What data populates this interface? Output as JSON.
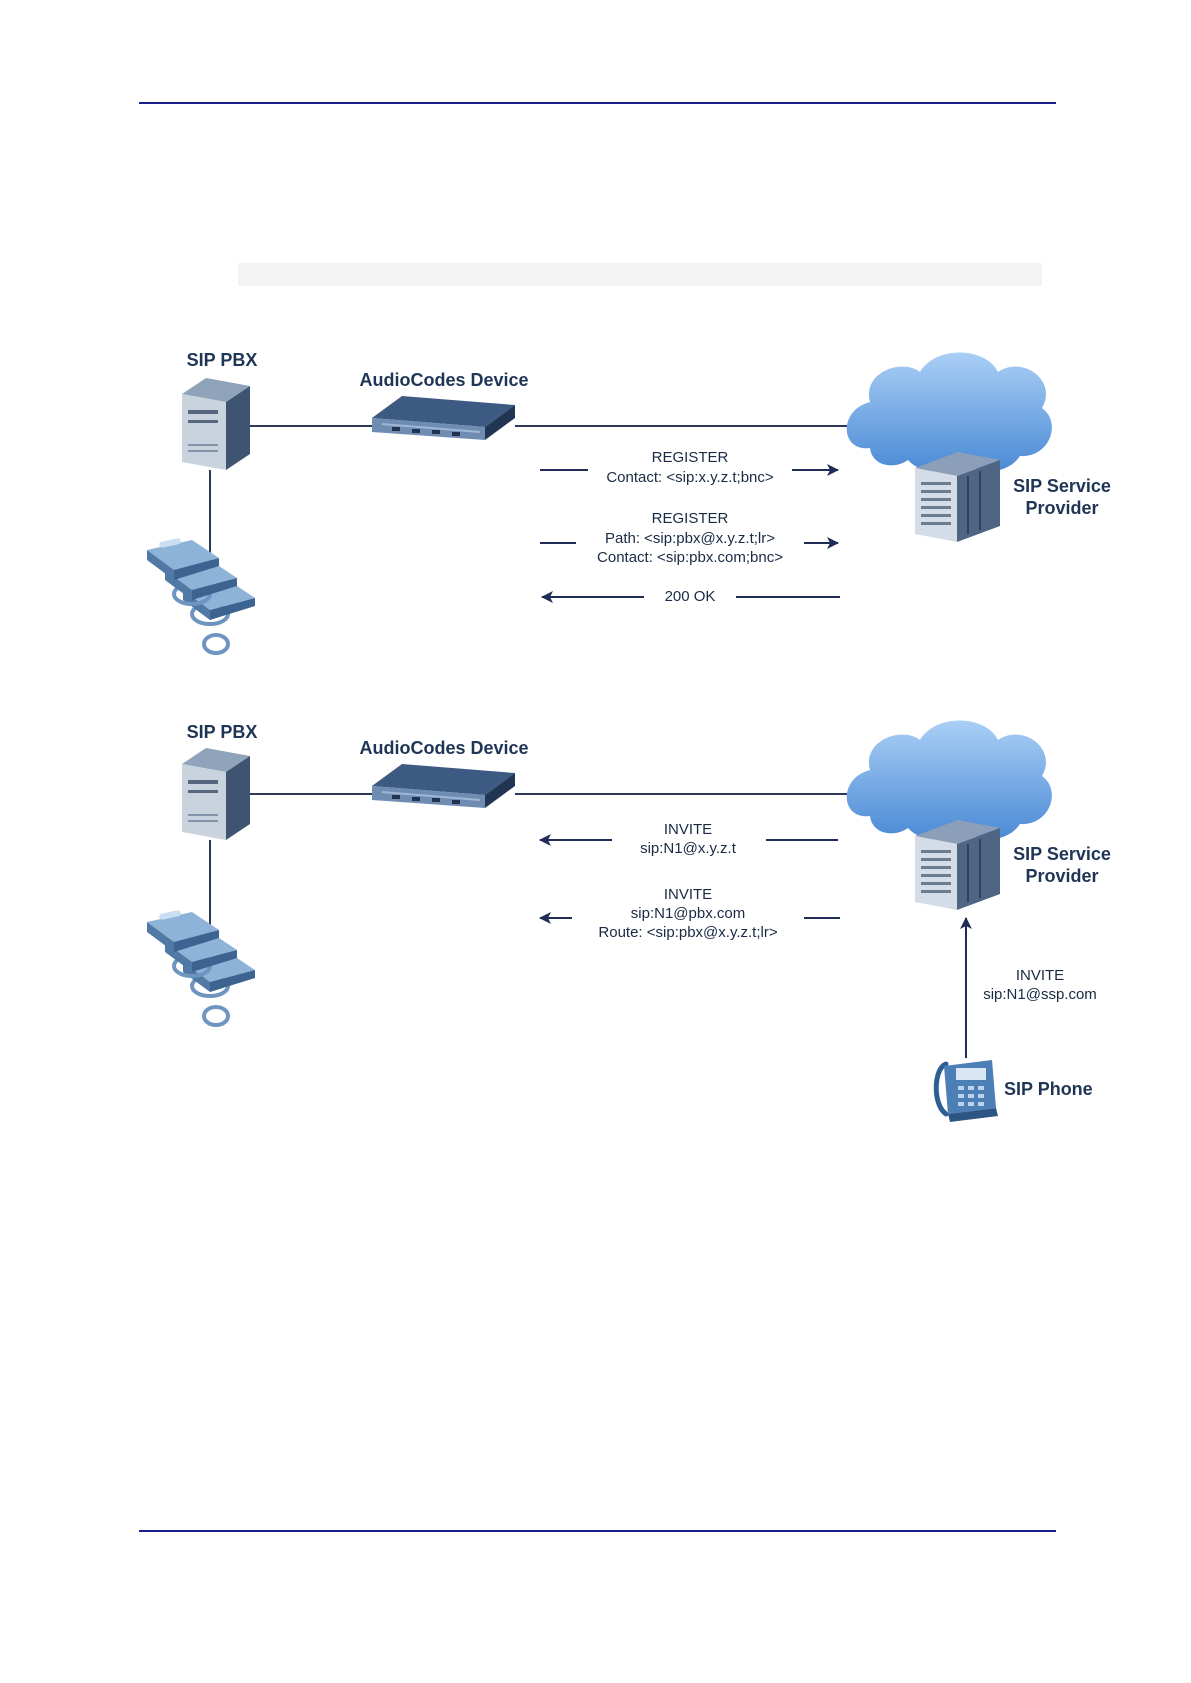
{
  "panel_top": {
    "pbx_label": "SIP PBX",
    "device_label": "AudioCodes Device",
    "provider_label_line1": "SIP Service",
    "provider_label_line2": "Provider",
    "msg1_line1": "REGISTER",
    "msg1_line2": "Contact: <sip:x.y.z.t;bnc>",
    "msg2_line1": "REGISTER",
    "msg2_line2": "Path: <sip:pbx@x.y.z.t;lr>",
    "msg2_line3": "Contact: <sip:pbx.com;bnc>",
    "msg3_line1": "200 OK"
  },
  "panel_bottom": {
    "pbx_label": "SIP PBX",
    "device_label": "AudioCodes Device",
    "provider_label_line1": "SIP Service",
    "provider_label_line2": "Provider",
    "msg1_line1": "INVITE",
    "msg1_line2": "sip:N1@x.y.z.t",
    "msg2_line1": "INVITE",
    "msg2_line2": "sip:N1@pbx.com",
    "msg2_line3": "Route: <sip:pbx@x.y.z.t;lr>",
    "msg3_line1": "INVITE",
    "msg3_line2": "sip:N1@ssp.com",
    "phone_label": "SIP Phone"
  },
  "colors": {
    "rule": "#1a1f8c",
    "line": "#2b3a55",
    "arrow": "#1e2c56",
    "cloud": "#5f9ee0",
    "server": "#4d6480",
    "device": "#2f4a6e",
    "phone": "#7aa4cc"
  }
}
